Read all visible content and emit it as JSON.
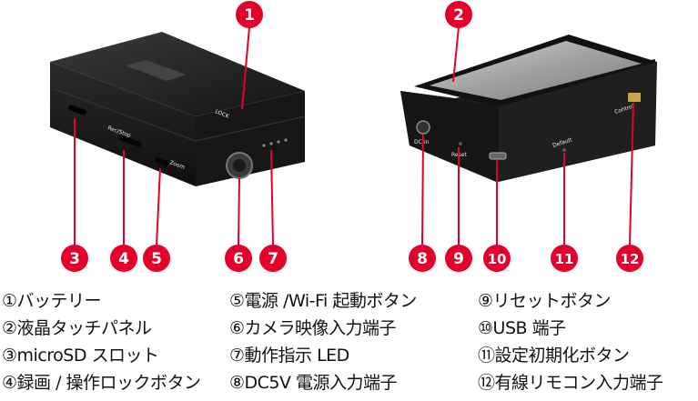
{
  "left_device": {
    "label_lower": "Zoom",
    "label_side": "Rec/Stop",
    "top_text": "LOCK"
  },
  "right_device": {
    "label_dc": "DC-in",
    "label_reset": "Reset",
    "label_default": "Default",
    "label_control": "Control"
  },
  "badges": [
    "1",
    "2",
    "3",
    "4",
    "5",
    "6",
    "7",
    "8",
    "9",
    "10",
    "11",
    "12"
  ],
  "legend": [
    [
      "①バッテリー",
      "②液晶タッチパネル",
      "③microSD スロット",
      "④録画 / 操作ロックボタン"
    ],
    [
      "⑤電源 /Wi-Fi 起動ボタン",
      "⑥カメラ映像入力端子",
      "⑦動作指示 LED",
      "⑧DC5V 電源入力端子"
    ],
    [
      "⑨リセットボタン",
      "⑩USB 端子",
      "⑪設定初期化ボタン",
      "⑫有線リモコン入力端子"
    ]
  ],
  "colors": {
    "badge": "#e4002b",
    "device": "#1c1c1c",
    "screen": "#9d9d9d"
  }
}
